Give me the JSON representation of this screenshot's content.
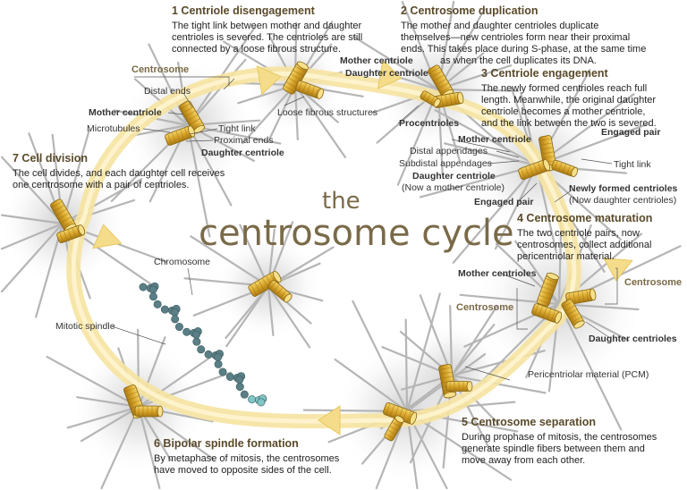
{
  "title": {
    "line1": "the",
    "line2": "centrosome cycle"
  },
  "steps": {
    "s1": {
      "heading": "1 Centriole disengagement",
      "lines": [
        "The tight link between mother and daughter",
        "centrioles is severed. The centrioles are still",
        "connected by a loose fibrous structure."
      ]
    },
    "s2": {
      "heading": "2 Centrosome duplication",
      "lines": [
        "The mother and daughter centrioles duplicate",
        "themselves—new centrioles form near their proximal",
        "ends. This takes place during S-phase, at the same time",
        "as when the cell duplicates its DNA."
      ]
    },
    "s3": {
      "heading": "3 Centriole engagement",
      "lines": [
        "The newly formed centrioles reach full",
        "length. Meanwhile, the original daughter",
        "centriole becomes a mother centriole,",
        "and the link between the two is severed."
      ]
    },
    "s4": {
      "heading": "4 Centrosome maturation",
      "lines": [
        "The two centriole pairs, now",
        "centrosomes, collect additional",
        "pericentriolar material."
      ]
    },
    "s5": {
      "heading": "5 Centrosome separation",
      "lines": [
        "During prophase of mitosis, the centrosomes",
        "generate spindle fibers between them and",
        "move away from each other."
      ]
    },
    "s6": {
      "heading": "6 Bipolar spindle formation",
      "lines": [
        "By metaphase of mitosis, the centrosomes",
        "have moved to opposite sides of the cell."
      ]
    },
    "s7": {
      "heading": "7 Cell division",
      "lines": [
        "The cell divides, and each daughter cell receives",
        "one centrosome with a pair of centrioles."
      ]
    }
  },
  "labels": {
    "centrosome_tl": "Centrosome",
    "distal_ends": "Distal ends",
    "mother_centriole_1": "Mother centriole",
    "microtubules": "Microtubules",
    "tight_link_1": "Tight link",
    "proximal_ends": "Proximal ends",
    "daughter_centriole_1": "Daughter centriole",
    "loose_fibrous": "Loose fibrous structures",
    "mother_centriole_2": "Mother centriole",
    "daughter_centriole_2": "Daughter centriole",
    "procentrioles": "Procentrioles",
    "mother_centriole_3": "Mother centriole",
    "engaged_pair_1": "Engaged pair",
    "distal_appendages": "Distal appendages",
    "subdistal_appendages": "Subdistal appendages",
    "tight_link_2": "Tight link",
    "daughter_centriole_3": "Daughter centriole",
    "now_mother": "(Now a mother centriole)",
    "newly_formed": "Newly formed centrioles",
    "now_daughter": "(Now daughter centrioles)",
    "engaged_pair_2": "Engaged pair",
    "mother_centrioles_4": "Mother centrioles",
    "centrosome_r": "Centrosome",
    "centrosome_l4": "Centrosome",
    "daughter_centrioles_4": "Daughter centrioles",
    "pcm": "Pericentriolar material (PCM)",
    "chromosome": "Chromosome",
    "mitotic_spindle": "Mitotic spindle"
  },
  "colors": {
    "accent": "#7a6a45",
    "arrow": "#f7e6a6",
    "centriole": "#e0b030",
    "fiber": "#b8b8b8"
  }
}
